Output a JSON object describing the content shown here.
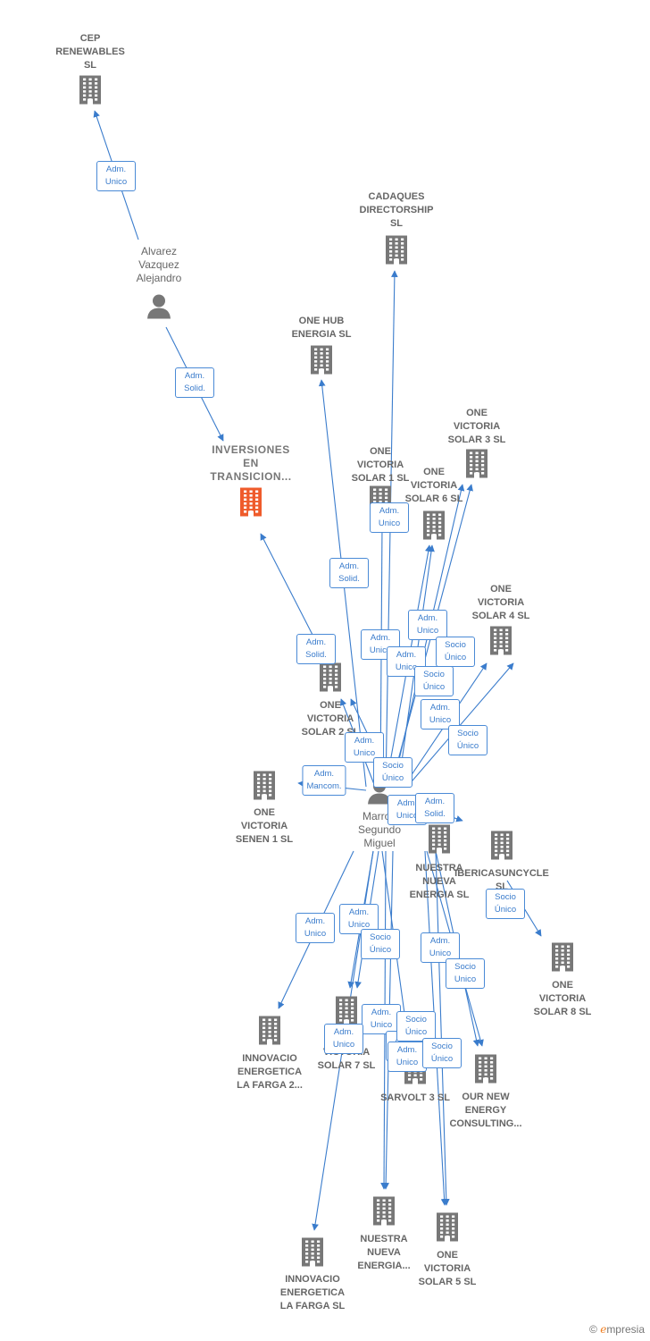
{
  "nodes": [
    {
      "id": "cep",
      "label": "CEP\nRENEWABLES\nSL",
      "type": "company"
    },
    {
      "id": "alvarez",
      "label": "Alvarez\nVazquez\nAlejandro",
      "type": "person"
    },
    {
      "id": "cadaques",
      "label": "CADAQUES\nDIRECTORSHIP\nSL",
      "type": "company"
    },
    {
      "id": "onehub",
      "label": "ONE HUB\nENERGIA  SL",
      "type": "company"
    },
    {
      "id": "inversiones",
      "label": "INVERSIONES\nEN\nTRANSICION...",
      "type": "focus"
    },
    {
      "id": "ovs3",
      "label": "ONE\nVICTORIA\nSOLAR 3  SL",
      "type": "company"
    },
    {
      "id": "ovs1",
      "label": "ONE\nVICTORIA\nSOLAR 1  SL",
      "type": "company"
    },
    {
      "id": "ovs6",
      "label": "ONE\nVICTORIA\nSOLAR 6  SL",
      "type": "company"
    },
    {
      "id": "ovs4",
      "label": "ONE\nVICTORIA\nSOLAR 4  SL",
      "type": "company"
    },
    {
      "id": "ovs2",
      "label": "ONE\nVICTORIA\nSOLAR 2  SL",
      "type": "company"
    },
    {
      "id": "ovsenen",
      "label": "ONE\nVICTORIA\nSENEN 1  SL",
      "type": "company"
    },
    {
      "id": "marro",
      "label": "Marroq\nSegundo\nMiguel",
      "type": "person"
    },
    {
      "id": "nuestra",
      "label": "NUESTRA\nNUEVA\nENERGIA  SL",
      "type": "company"
    },
    {
      "id": "ibericasun",
      "label": "IBERICASUNCYCLE\nSL",
      "type": "company"
    },
    {
      "id": "ovs8",
      "label": "ONE\nVICTORIA\nSOLAR 8  SL",
      "type": "company"
    },
    {
      "id": "innovacio2",
      "label": "INNOVACIO\nENERGETICA\nLA FARGA 2...",
      "type": "company"
    },
    {
      "id": "ovs7",
      "label": "VICTORIA\nSOLAR 7  SL",
      "type": "company"
    },
    {
      "id": "sarvolt",
      "label": "SARVOLT 3  SL",
      "type": "company"
    },
    {
      "id": "ournew",
      "label": "OUR NEW\nENERGY\nCONSULTING...",
      "type": "company"
    },
    {
      "id": "nuestra2",
      "label": "NUESTRA\nNUEVA\nENERGIA...",
      "type": "company"
    },
    {
      "id": "ovs5",
      "label": "ONE\nVICTORIA\nSOLAR 5  SL",
      "type": "company"
    },
    {
      "id": "innovacio",
      "label": "INNOVACIO\nENERGETICA\nLA FARGA  SL",
      "type": "company"
    }
  ],
  "edges": [
    {
      "from": "alvarez",
      "to": "cep",
      "label": "Adm.\nUnico"
    },
    {
      "from": "alvarez",
      "to": "inversiones",
      "label": "Adm.\nSolid."
    },
    {
      "from": "marro",
      "to": "inversiones",
      "label": "Adm.\nSolid."
    },
    {
      "from": "marro",
      "to": "onehub",
      "label": "Adm.\nSolid."
    },
    {
      "from": "marro",
      "to": "cadaques",
      "label": "Adm.\nUnico"
    },
    {
      "from": "marro",
      "to": "ovs1",
      "label": "Adm.\nUnico"
    },
    {
      "from": "marro",
      "to": "ovs6",
      "label": "Adm.\nUnico"
    },
    {
      "from": "marro",
      "to": "ovs3",
      "label": "Socio\nÚnico"
    },
    {
      "from": "marro",
      "to": "ovs3",
      "label": "Adm.\nUnico"
    },
    {
      "from": "marro",
      "to": "ovs6",
      "label": "Socio\nÚnico"
    },
    {
      "from": "marro",
      "to": "ovs4",
      "label": "Adm.\nUnico"
    },
    {
      "from": "marro",
      "to": "ovs4",
      "label": "Socio\nÚnico"
    },
    {
      "from": "marro",
      "to": "ovs2",
      "label": "Adm.\nUnico"
    },
    {
      "from": "marro",
      "to": "ovs2",
      "label": "Socio\nÚnico"
    },
    {
      "from": "marro",
      "to": "ovsenen",
      "label": "Adm.\nMancom."
    },
    {
      "from": "marro",
      "to": "nuestra",
      "label": "Adm.\nUnico"
    },
    {
      "from": "marro",
      "to": "nuestra",
      "label": "Adm.\nSolid."
    },
    {
      "from": "ibericasun",
      "to": "ovs8",
      "label": "Socio\nÚnico"
    },
    {
      "from": "marro",
      "to": "innovacio2",
      "label": "Adm.\nUnico"
    },
    {
      "from": "marro",
      "to": "ovs7",
      "label": "Adm.\nUnico"
    },
    {
      "from": "marro",
      "to": "ovs7",
      "label": "Socio\nÚnico"
    },
    {
      "from": "marro",
      "to": "sarvolt",
      "label": "Adm.\nUnico"
    },
    {
      "from": "marro",
      "to": "ournew",
      "label": "Adm.\nUnico"
    },
    {
      "from": "marro",
      "to": "ournew",
      "label": "Socio\nUnico"
    },
    {
      "from": "marro",
      "to": "innovacio",
      "label": "Adm.\nUnico"
    },
    {
      "from": "marro",
      "to": "nuestra2",
      "label": "Adm.\nUnico"
    },
    {
      "from": "marro",
      "to": "nuestra2",
      "label": "Socio\nÚnico"
    },
    {
      "from": "marro",
      "to": "ovs5",
      "label": "Adm.\nUnico"
    },
    {
      "from": "marro",
      "to": "ovs5",
      "label": "Socio\nÚnico"
    }
  ],
  "colors": {
    "edge": "#3a7ccc",
    "company": "#777777",
    "focus": "#ef5b2b",
    "person": "#777777"
  },
  "brand": {
    "copyright": "©",
    "name": "mpresia",
    "initial": "e"
  }
}
